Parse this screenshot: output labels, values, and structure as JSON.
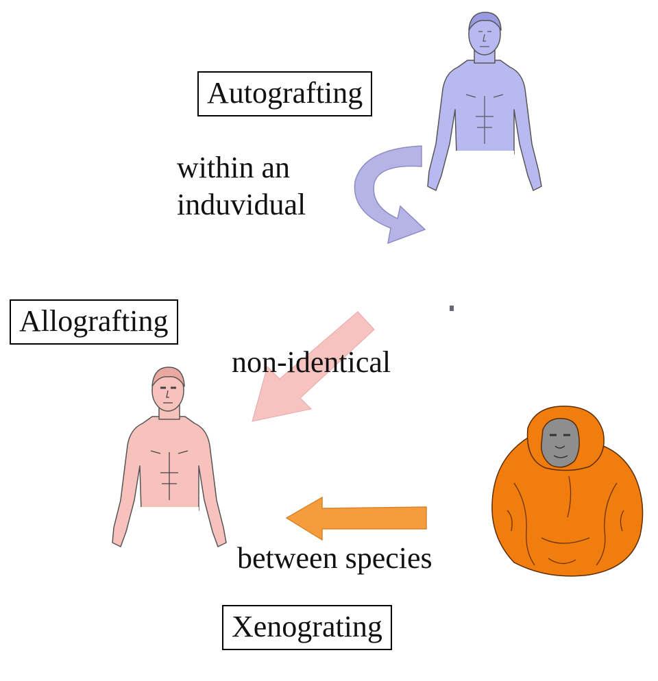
{
  "labels": {
    "autografting": "Autografting",
    "allografting": "Allografting",
    "xenografting": "Xenograting"
  },
  "relations": {
    "within_line1": "within an",
    "within_line2": "induvidual",
    "non_identical": "non-identical",
    "between_species": "between species"
  },
  "figures": {
    "blue_person": "blue-human-figure",
    "pink_person": "pink-human-figure",
    "primate": "orangutan-figure"
  },
  "colors": {
    "blue_body": "#b9b9f2",
    "blue_arrow": "#b4b4e6",
    "pink_body": "#f6c2bb",
    "pink_arrow": "#f7c3c1",
    "orange": "#f07d0e",
    "orange_arrow": "#f59d3d",
    "primate_face": "#8e8e8e"
  }
}
